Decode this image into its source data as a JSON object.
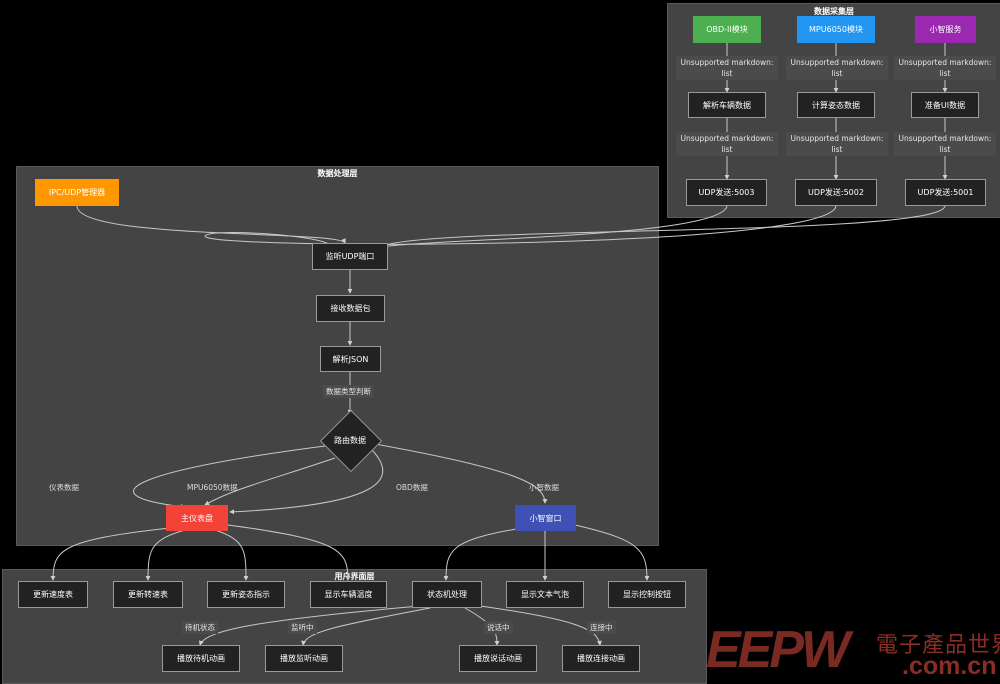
{
  "collection_layer": {
    "title": "数据采集层",
    "obd_module": "OBD-II模块",
    "mpu_module": "MPU6050模块",
    "xiaozhi_service": "小智服务",
    "unsupported_label": "Unsupported markdown: list",
    "parse_vehicle": "解析车辆数据",
    "compute_attitude": "计算姿态数据",
    "prepare_ui": "准备UI数据",
    "udp_5003": "UDP发送:5003",
    "udp_5002": "UDP发送:5002",
    "udp_5001": "UDP发送:5001"
  },
  "processing_layer": {
    "title": "数据处理层",
    "ipc_manager": "IPC/UDP管理器",
    "listen_udp": "监听UDP端口",
    "receive_packet": "接收数据包",
    "parse_json": "解析JSON",
    "type_judgement": "数据类型判断",
    "route_data": "路由数据",
    "label_dashboard": "仪表数据",
    "label_mpu": "MPU6050数据",
    "label_obd": "OBD数据",
    "label_xiaozhi": "小智数据",
    "main_dashboard": "主仪表盘",
    "xiaozhi_window": "小智窗口"
  },
  "ui_layer": {
    "title": "用户界面层",
    "update_speedometer": "更新速度表",
    "update_tachometer": "更新转速表",
    "update_attitude": "更新姿态指示",
    "show_temperature": "显示车辆温度",
    "state_machine": "状态机处理",
    "show_bubble": "显示文本气泡",
    "show_control_button": "显示控制按钮",
    "label_standby": "待机状态",
    "label_listening": "监听中",
    "label_talking": "说话中",
    "label_connecting": "连接中",
    "play_standby": "播放待机动画",
    "play_listening": "播放监听动画",
    "play_talking": "播放说话动画",
    "play_connecting": "播放连接动画"
  },
  "watermark": {
    "brand": "EEPW",
    "chinese": "電子產品世界",
    "domain": ".com.cn"
  },
  "colors": {
    "obd": "#4caf50",
    "mpu": "#2196f3",
    "xiaozhi_service": "#9c27b0",
    "ipc": "#ff9800",
    "main_dashboard": "#f44336",
    "xiaozhi_window": "#3f51b5"
  }
}
